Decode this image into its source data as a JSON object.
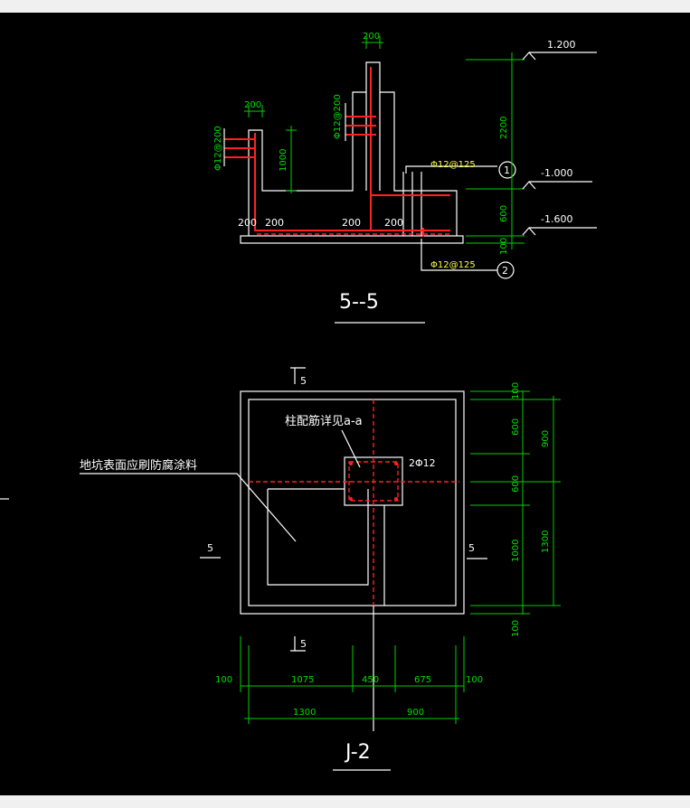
{
  "section": {
    "title": "5--5",
    "dims_top": {
      "left_width": "200",
      "right_width": "200",
      "mid_height": "1000",
      "total_height": "2200",
      "base_600": "600",
      "base_100": "100"
    },
    "bottom_dims": [
      "200",
      "200",
      "200",
      "200"
    ],
    "rebar_labels": {
      "left_vertical": "Φ12@200",
      "right_vertical": "Φ12@200",
      "callout_1": "Φ12@125",
      "callout_2": "Φ12@125"
    },
    "callouts": {
      "one": "1",
      "two": "2"
    },
    "elevations": {
      "top": "1.200",
      "mid": "-1.000",
      "bottom": "-1.600"
    }
  },
  "plan": {
    "title": "J-2",
    "note": "地坑表面应刷防腐涂料",
    "column_ref": "柱配筋详见a-a",
    "rebar_label": "2Φ12",
    "section_marks": {
      "top": "5",
      "left": "5",
      "right": "5",
      "bottom": "5"
    },
    "right_dims": {
      "d1": "100",
      "d2": "600",
      "d3": "600",
      "d4": "1000",
      "d5": "100",
      "d_900": "900",
      "d_1300": "1300"
    },
    "bottom_dims_row1": [
      "100",
      "1075",
      "450",
      "675",
      "100"
    ],
    "bottom_dims_row2": [
      "1300",
      "900"
    ]
  },
  "colors": {
    "background": "#000000",
    "outline": "#ffffff",
    "dimension": "#00e000",
    "rebar": "#ff2020",
    "rebar_label": "#ffff40"
  }
}
